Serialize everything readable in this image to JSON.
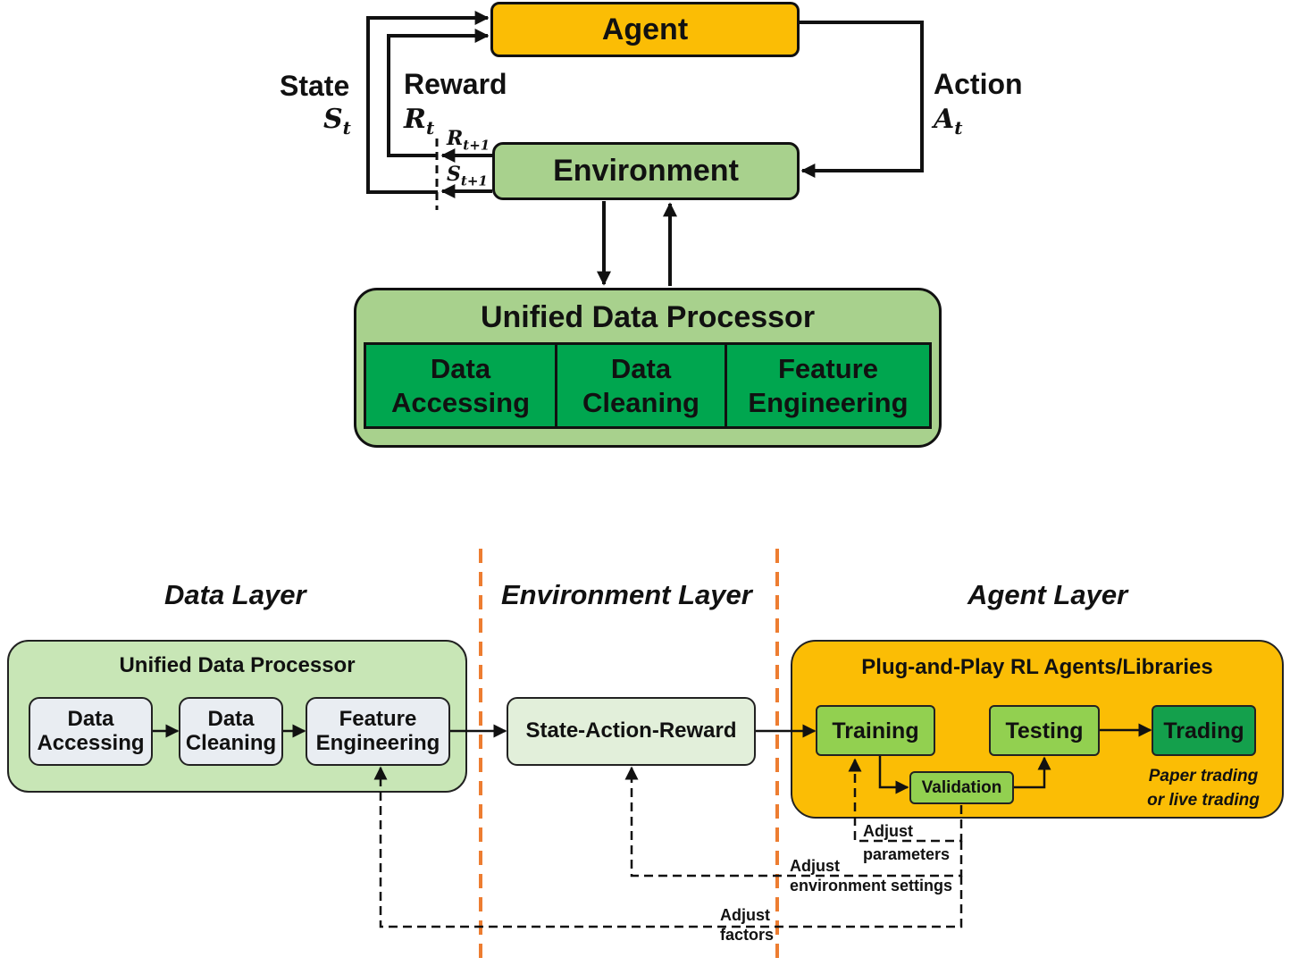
{
  "top": {
    "agent": "Agent",
    "environment": "Environment",
    "state_label": "State",
    "state_symbol": "St",
    "reward_label": "Reward",
    "reward_symbol": "Rt",
    "action_label": "Action",
    "action_symbol": "At",
    "reward_next": "Rt+1",
    "state_next": "St+1",
    "processor_title": "Unified Data Processor",
    "modules": [
      "Data\nAccessing",
      "Data\nCleaning",
      "Feature\nEngineering"
    ]
  },
  "bottom": {
    "data_layer": "Data Layer",
    "environment_layer": "Environment Layer",
    "agent_layer": "Agent Layer",
    "processor_title": "Unified Data Processor",
    "data_modules": [
      "Data\nAccessing",
      "Data\nCleaning",
      "Feature\nEngineering"
    ],
    "sar": "State-Action-Reward",
    "agents_title": "Plug-and-Play RL Agents/Libraries",
    "training": "Training",
    "validation": "Validation",
    "testing": "Testing",
    "trading": "Trading",
    "trading_note": "Paper trading\nor live trading",
    "adjust_parameters": "Adjust\nparameters",
    "adjust_environment": "Adjust\nenvironment settings",
    "adjust_factors": "Adjust\nfactors"
  },
  "colors": {
    "agent_fill": "#fbbd05",
    "env_fill": "#a8d18d",
    "module_fill": "#00a64f",
    "light_green": "#c8e6b6",
    "pale_green": "#e2efda",
    "gray_fill": "#e9edf2",
    "step_green": "#92d050",
    "trading_green": "#14a04c",
    "divider": "#ed7d31"
  }
}
